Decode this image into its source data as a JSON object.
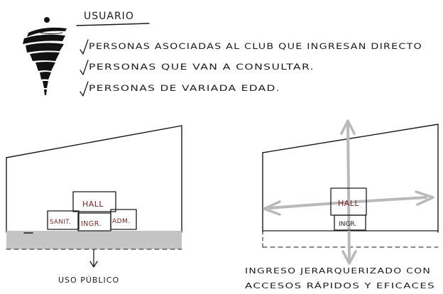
{
  "header": {
    "title": "USUARIO",
    "items": [
      "PERSONAS ASOCIADAS AL CLUB QUE INGRESAN DIRECTO",
      "PERSONAS QUE VAN A CONSULTAR.",
      "PERSONAS DE VARIADA EDAD."
    ]
  },
  "left_sketch": {
    "boxes": {
      "hall": "HALL",
      "sanit": "SANIT.",
      "ingr": "INGR.",
      "adm": "ADM."
    },
    "caption": "USO PÚBLICO"
  },
  "right_sketch": {
    "boxes": {
      "hall": "HALL",
      "ingr": "INGR."
    },
    "caption_line1": "INGRESO JERARQUERIZADO CON",
    "caption_line2": "ACCESOS RÁPIDOS Y EFICACES"
  },
  "colors": {
    "ink": "#1a1a1a",
    "red_text": "#7a1f1f",
    "arrow_gray": "#b9b9b9",
    "ground": "#c4c4c4"
  }
}
